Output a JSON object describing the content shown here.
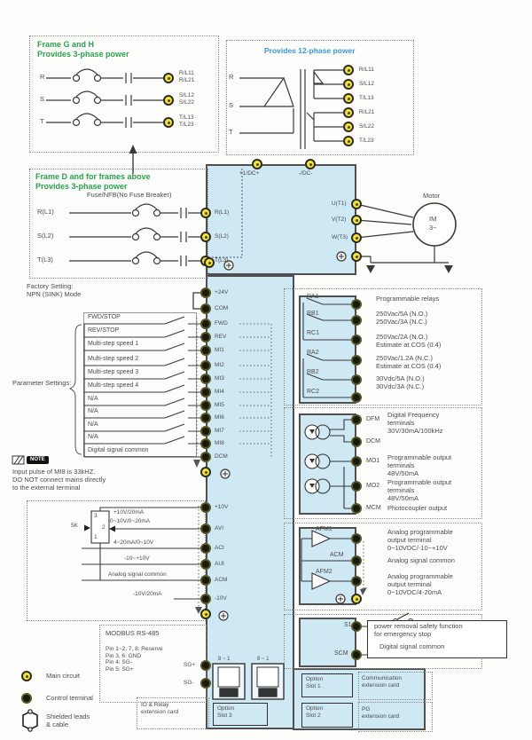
{
  "frame_gh": {
    "line1": "Frame G and H",
    "line2": "Provides 3-phase power",
    "rows": [
      {
        "input": "R",
        "t1": "R/L11",
        "t2": "R/L21"
      },
      {
        "input": "S",
        "t1": "S/L12",
        "t2": "S/L22"
      },
      {
        "input": "T",
        "t1": "T/L13",
        "t2": "T/L23"
      }
    ]
  },
  "twelve_phase": {
    "title": "Provides 12-phase power",
    "inputs": [
      "R",
      "S",
      "T"
    ],
    "outputs": [
      "R/L11",
      "S/L12",
      "T/L13",
      "R/L21",
      "S/L22",
      "T/L23"
    ]
  },
  "frame_d": {
    "line1": "Frame D and for frames above",
    "line2": "Provides 3-phase power",
    "fuse": "Fuse/NFB(No Fuse Breaker)",
    "inputs": [
      "R(L1)",
      "S(L2)",
      "T(L3)"
    ]
  },
  "power": {
    "dc_plus": "+1/DC+",
    "dc_minus": "-/DC-",
    "in_terminals": [
      "R(L1)",
      "S(L2)",
      "T(L3)"
    ],
    "out_terminals": [
      "U(T1)",
      "V(T2)",
      "W(T3)"
    ],
    "motor_title": "Motor",
    "motor_type": "IM",
    "motor_phase": "3~"
  },
  "factory": {
    "line1": "Factory Setting:",
    "line2": "NPN (SINK) Mode"
  },
  "digital": {
    "param_label": "Parameter Settings:",
    "switch_labels": [
      "FWD/STOP",
      "REV/STOP",
      "Multi-step speed 1",
      "Multi-step speed 2",
      "Multi-step speed 3",
      "Multi-step speed 4",
      "N/A",
      "N/A",
      "N/A",
      "N/A"
    ],
    "common_label": "Digital signal common",
    "terminals": [
      "+24V",
      "COM",
      "FWD",
      "REV",
      "MI1",
      "MI2",
      "MI3",
      "MI4",
      "MI5",
      "MI6",
      "MI7",
      "MI8",
      "DCM"
    ]
  },
  "note": {
    "badge": "NOTE",
    "lines": [
      "Input pulse of MI8 is 33kHZ.",
      "DO NOT connect mains directly",
      "to the external terminal"
    ]
  },
  "analog_in": {
    "pot_value": "5K",
    "pot_pins": [
      "3",
      "2",
      "1"
    ],
    "wire_labels": [
      "+10V/20mA",
      "0~10V/0~20mA",
      "4~20mA/0~10V",
      "-10~+10V",
      "Analog signal common",
      "-10V/20mA"
    ],
    "terminals": [
      "+10V",
      "AVI",
      "ACI",
      "AUI",
      "ACM",
      "-10V"
    ]
  },
  "modbus": {
    "title": "MODBUS RS-485",
    "pin_lines": [
      "Pin 1~2, 7, 8: Reserve",
      "Pin 3, 6: GND",
      "Pin 4: SG-",
      "Pin 5: SG+"
    ],
    "sg_plus": "SG+",
    "sg_minus": "SG-",
    "rj45_label": "8 ~ 1"
  },
  "relays": {
    "names": [
      "RA1",
      "RB1",
      "RC1",
      "RA2",
      "RB2",
      "RC2"
    ],
    "title": "Programmable relays",
    "spec1a": "250Vac/5A (N.O.)",
    "spec1b": "250Vac/3A (N.C.)",
    "spec2a": "250Vac/2A (N.O.)",
    "spec2b": "Estimate at COS (0.4)",
    "spec3a": "250Vac/1.2A (N.C.)",
    "spec3b": "Estimate at COS (0.4)",
    "spec4a": "30Vdc/5A (N.O.)",
    "spec4b": "30Vdc/3A (N.C.)"
  },
  "photo": {
    "terminals": [
      "DFM",
      "DCM",
      "MO1",
      "MO2",
      "MCM"
    ],
    "dfm_desc": [
      "Digital Frequency",
      "terminals",
      "30V/30mA/100kHz"
    ],
    "mo1_desc": [
      "Programmable output",
      "terminals",
      "48V/50mA"
    ],
    "mo2_desc": [
      "Programmable output",
      "terminals",
      "48V/50mA"
    ],
    "mcm_desc": "Photocoupler output"
  },
  "analog_out": {
    "names": [
      "AFM1",
      "ACM",
      "AFM2"
    ],
    "afm1_desc": [
      "Analog programmable",
      "output terminal",
      "0~10VDC/-10~+10V"
    ],
    "acm_desc": "Analog signal common",
    "afm2_desc": [
      "Analog programmable",
      "output terminal",
      "0~10VDC/4-20mA"
    ]
  },
  "safety": {
    "s1": "S1",
    "scm": "SCM",
    "box_line1": "power removal safety function",
    "box_line2": "for emergency stop",
    "common": "Digital signal common"
  },
  "options": {
    "slot1a": "Option",
    "slot1b": "Slot 1",
    "card1a": "Communication",
    "card1b": "extension card",
    "slot2a": "Option",
    "slot2b": "Slot 2",
    "card2a": "PG",
    "card2b": "extension card",
    "slot3a": "Option",
    "slot3b": "Slot 3",
    "card3a": "IO & Relay",
    "card3b": "extension card"
  },
  "legend": {
    "main": "Main circuit",
    "control": "Control terminal",
    "shield1": "Shielded leads",
    "shield2": "& cable"
  }
}
